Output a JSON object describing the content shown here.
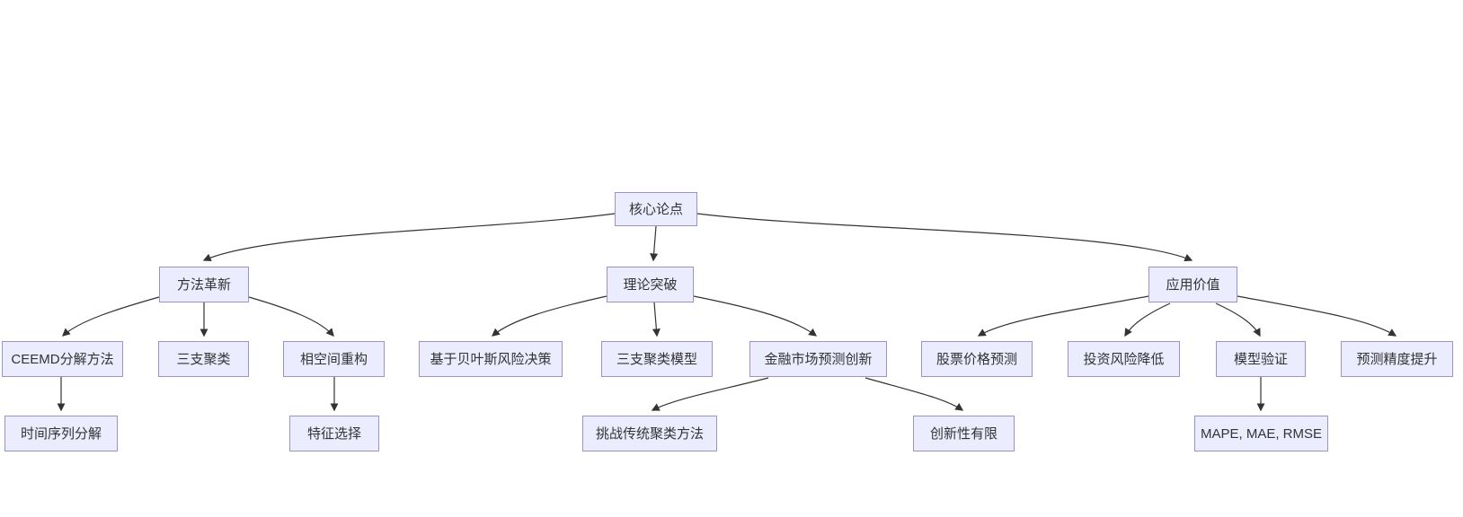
{
  "diagram": {
    "kind": "flowchart-tree",
    "background_color": "#ffffff",
    "node_fill_color": "#ECECFF",
    "node_border_color": "#9b92c8",
    "edge_color": "#333333",
    "text_color": "#333333"
  },
  "nodes": [
    {
      "id": "core",
      "label": "核心论点"
    },
    {
      "id": "method",
      "label": "方法革新"
    },
    {
      "id": "theory",
      "label": "理论突破"
    },
    {
      "id": "application",
      "label": "应用价值"
    },
    {
      "id": "ceemd",
      "label": "CEEMD分解方法"
    },
    {
      "id": "three_way",
      "label": "三支聚类"
    },
    {
      "id": "phase_space",
      "label": "相空间重构"
    },
    {
      "id": "bayes",
      "label": "基于贝叶斯风险决策"
    },
    {
      "id": "twc_model",
      "label": "三支聚类模型"
    },
    {
      "id": "finance",
      "label": "金融市场预测创新"
    },
    {
      "id": "stock",
      "label": "股票价格预测"
    },
    {
      "id": "risk",
      "label": "投资风险降低"
    },
    {
      "id": "validation",
      "label": "模型验证"
    },
    {
      "id": "precision",
      "label": "预测精度提升"
    },
    {
      "id": "ts_decomp",
      "label": "时间序列分解"
    },
    {
      "id": "feature",
      "label": "特征选择"
    },
    {
      "id": "challenge",
      "label": "挑战传统聚类方法"
    },
    {
      "id": "limited",
      "label": "创新性有限"
    },
    {
      "id": "metrics",
      "label": "MAPE, MAE, RMSE"
    }
  ],
  "edges": [
    {
      "from": "core",
      "to": "method"
    },
    {
      "from": "core",
      "to": "theory"
    },
    {
      "from": "core",
      "to": "application"
    },
    {
      "from": "method",
      "to": "ceemd"
    },
    {
      "from": "method",
      "to": "three_way"
    },
    {
      "from": "method",
      "to": "phase_space"
    },
    {
      "from": "theory",
      "to": "bayes"
    },
    {
      "from": "theory",
      "to": "twc_model"
    },
    {
      "from": "theory",
      "to": "finance"
    },
    {
      "from": "application",
      "to": "stock"
    },
    {
      "from": "application",
      "to": "risk"
    },
    {
      "from": "application",
      "to": "validation"
    },
    {
      "from": "application",
      "to": "precision"
    },
    {
      "from": "ceemd",
      "to": "ts_decomp"
    },
    {
      "from": "phase_space",
      "to": "feature"
    },
    {
      "from": "finance",
      "to": "challenge"
    },
    {
      "from": "finance",
      "to": "limited"
    },
    {
      "from": "validation",
      "to": "metrics"
    }
  ]
}
